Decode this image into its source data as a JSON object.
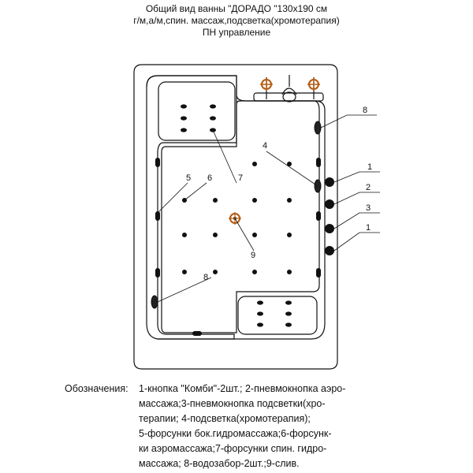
{
  "title": {
    "line1": "Общий вид ванны \"ДОРАДО \"130х190 см",
    "line2": "г/м,а/м,спин. массаж,подсветка(хромотерапия)",
    "line3": "ПН управление"
  },
  "callouts": {
    "c1a": "1",
    "c2": "2",
    "c3": "3",
    "c1b": "1",
    "c4": "4",
    "c5": "5",
    "c6": "6",
    "c7": "7",
    "c8a": "8",
    "c8b": "8",
    "c9": "9"
  },
  "legend": {
    "prefix": "Обозначения:",
    "lines": [
      "1-кнопка \"Комби\"-2шт.; 2-пневмокнопка аэро-",
      "массажа;3-пневмокнопка подсветки(хро-",
      "терапии; 4-подсветка(хромотерапия);",
      "5-форсунки бок.гидромассажа;6-форсунк-",
      "ки аэромассажа;7-форсунки спин. гидро-",
      "массажа; 8-водозабор-2шт.;9-слив."
    ]
  }
}
